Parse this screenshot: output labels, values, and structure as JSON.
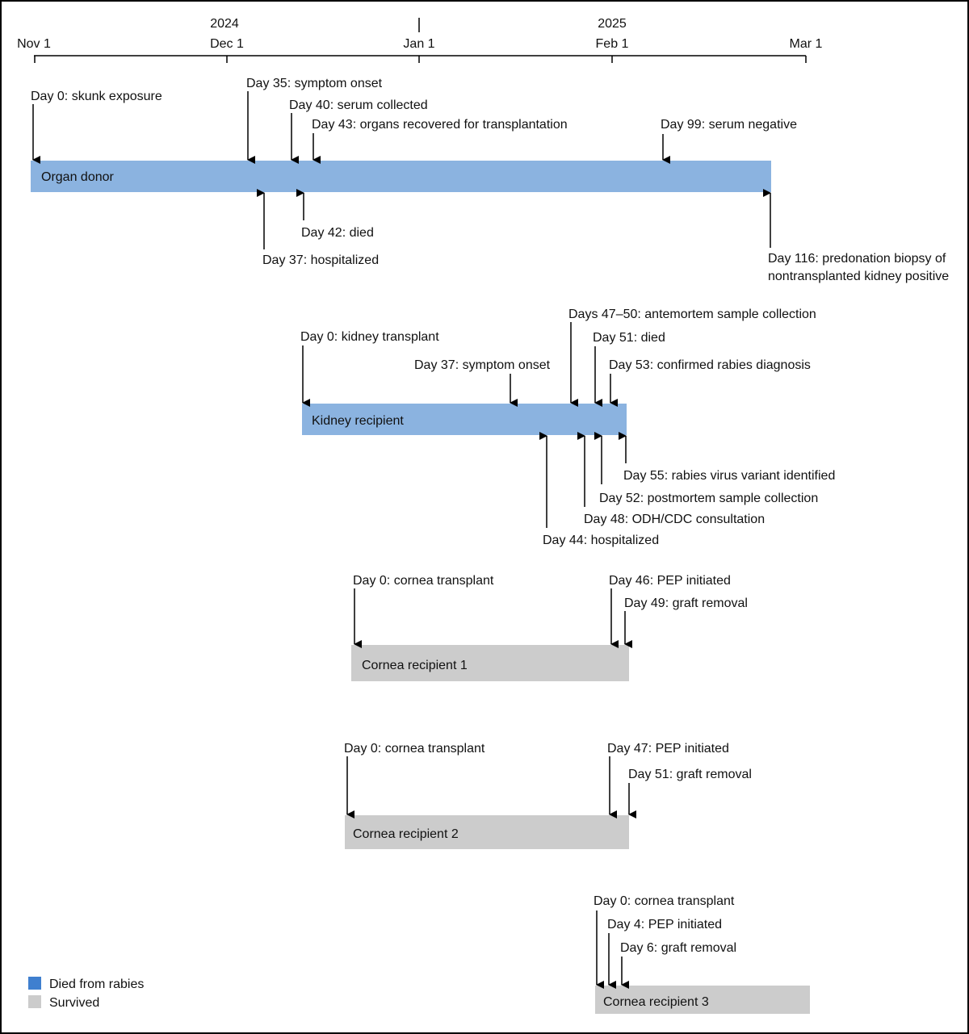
{
  "colors": {
    "died": "#8bb3e0",
    "survived": "#cccccc",
    "legend_died": "#3f7fcf",
    "legend_survived": "#cccccc",
    "line": "#000000"
  },
  "axis": {
    "years": [
      "2024",
      "2025"
    ],
    "ticks": [
      "Nov 1",
      "Dec 1",
      "Jan 1",
      "Feb 1",
      "Mar 1"
    ]
  },
  "bars": [
    {
      "id": "organ-donor",
      "label": "Organ donor",
      "status": "died"
    },
    {
      "id": "kidney-recipient",
      "label": "Kidney recipient",
      "status": "died"
    },
    {
      "id": "cornea-recipient-1",
      "label": "Cornea recipient 1",
      "status": "survived"
    },
    {
      "id": "cornea-recipient-2",
      "label": "Cornea recipient 2",
      "status": "survived"
    },
    {
      "id": "cornea-recipient-3",
      "label": "Cornea recipient 3",
      "status": "survived"
    }
  ],
  "events": [
    {
      "bar": "organ-donor",
      "text": "Day 0: skunk exposure"
    },
    {
      "bar": "organ-donor",
      "text": "Day 35: symptom onset"
    },
    {
      "bar": "organ-donor",
      "text": "Day 40: serum collected"
    },
    {
      "bar": "organ-donor",
      "text": "Day 43: organs recovered for transplantation"
    },
    {
      "bar": "organ-donor",
      "text": "Day 99: serum negative"
    },
    {
      "bar": "organ-donor",
      "text": "Day 42: died"
    },
    {
      "bar": "organ-donor",
      "text": "Day 37: hospitalized"
    },
    {
      "bar": "organ-donor",
      "text": "Day 116: predonation biopsy of",
      "text2": "nontransplanted kidney positive"
    },
    {
      "bar": "kidney-recipient",
      "text": "Day 0: kidney transplant"
    },
    {
      "bar": "kidney-recipient",
      "text": "Day 37: symptom onset"
    },
    {
      "bar": "kidney-recipient",
      "text": "Days 47–50: antemortem sample collection"
    },
    {
      "bar": "kidney-recipient",
      "text": "Day 51: died"
    },
    {
      "bar": "kidney-recipient",
      "text": "Day 53: confirmed rabies diagnosis"
    },
    {
      "bar": "kidney-recipient",
      "text": "Day 55: rabies virus variant identified"
    },
    {
      "bar": "kidney-recipient",
      "text": "Day 52: postmortem sample collection"
    },
    {
      "bar": "kidney-recipient",
      "text": "Day 48: ODH/CDC consultation"
    },
    {
      "bar": "kidney-recipient",
      "text": "Day 44: hospitalized"
    },
    {
      "bar": "cornea-recipient-1",
      "text": "Day 0: cornea transplant"
    },
    {
      "bar": "cornea-recipient-1",
      "text": "Day 46: PEP initiated"
    },
    {
      "bar": "cornea-recipient-1",
      "text": "Day 49: graft removal"
    },
    {
      "bar": "cornea-recipient-2",
      "text": "Day 0: cornea transplant"
    },
    {
      "bar": "cornea-recipient-2",
      "text": "Day 47: PEP initiated"
    },
    {
      "bar": "cornea-recipient-2",
      "text": "Day 51: graft removal"
    },
    {
      "bar": "cornea-recipient-3",
      "text": "Day 0: cornea transplant"
    },
    {
      "bar": "cornea-recipient-3",
      "text": "Day 4: PEP initiated"
    },
    {
      "bar": "cornea-recipient-3",
      "text": "Day 6: graft removal"
    }
  ],
  "legend": [
    {
      "label": "Died from rabies",
      "status": "died"
    },
    {
      "label": "Survived",
      "status": "survived"
    }
  ]
}
